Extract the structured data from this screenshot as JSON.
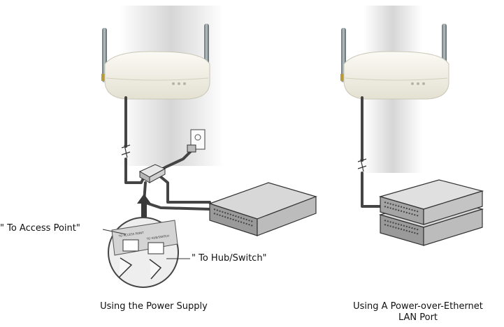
{
  "left_panel": {
    "caption": "Using the Power Supply",
    "callout_access_point": "\" To Access Point\"",
    "callout_hub_switch": "\" To Hub/Switch\"",
    "port_label_access_point": "TO ACCESS POINT",
    "port_label_hub_switch": "TO HUB/SWITCH"
  },
  "right_panel": {
    "caption_line1": "Using A Power-over-Ethernet",
    "caption_line2": "LAN Port"
  },
  "colors": {
    "wall": "#d9d9d9",
    "device_body": "#f2f0e6",
    "cable": "#444444",
    "outline": "#333333"
  },
  "icons": [
    "access-point-icon",
    "wall-outlet-icon",
    "power-adapter-icon",
    "network-switch-icon",
    "poe-switch-icon",
    "magnifier-callout-icon"
  ]
}
